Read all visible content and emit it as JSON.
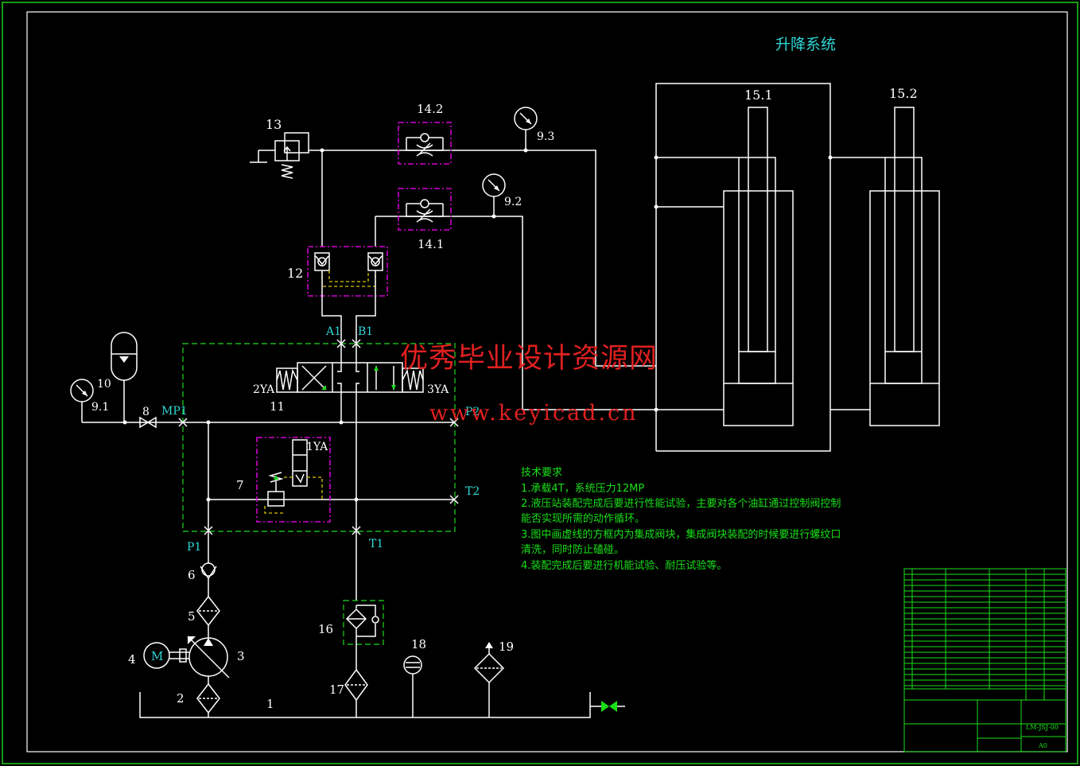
{
  "title": "升降系统",
  "watermark": {
    "line1": "优秀毕业设计资源网",
    "line2": "www.keyicad.cn"
  },
  "labels": {
    "c13": "13",
    "c14_2": "14.2",
    "c14_1": "14.1",
    "c9_3": "9.3",
    "c9_2": "9.2",
    "c9_1": "9.1",
    "c15_1": "15.1",
    "c15_2": "15.2",
    "c12": "12",
    "c10": "10",
    "c8": "8",
    "c11": "11",
    "c7": "7",
    "c6": "6",
    "c5": "5",
    "c4": "4",
    "c3": "3",
    "c2": "2",
    "c1": "1",
    "c16": "16",
    "c17": "17",
    "c18": "18",
    "c19": "19",
    "ya1": "1YA",
    "ya2": "2YA",
    "ya3": "3YA",
    "motor": "M"
  },
  "ports": {
    "a1": "A1",
    "b1": "B1",
    "mp1": "MP1",
    "p2": "P2",
    "t2": "T2",
    "p1": "P1",
    "t1": "T1"
  },
  "notes": {
    "heading": "技术要求",
    "line1": "1.承载4T，系统压力12MP",
    "line2a": "2.液压站装配完成后要进行性能试验，主要对各个油缸通过控制阀控制",
    "line2b": "能否实现所需的动作循环。",
    "line3a": "3.图中画虚线的方框内为集成阀块，集成阀块装配的时候要进行螺纹口",
    "line3b": "清洗，同时防止磕碰。",
    "line4": "4.装配完成后要进行机能试验、耐压试验等。"
  },
  "title_block": {
    "drawing_no": "LM-JSJ-00",
    "sheet": "A0"
  },
  "colors": {
    "background": "#000000",
    "line": "#ffffff",
    "integrated_block": "#18b818",
    "valve_box": "#d000d0",
    "pilot": "#d8c800",
    "port_label": "#2fd7d7",
    "watermark": "#e02020",
    "notes": "#18e018"
  }
}
